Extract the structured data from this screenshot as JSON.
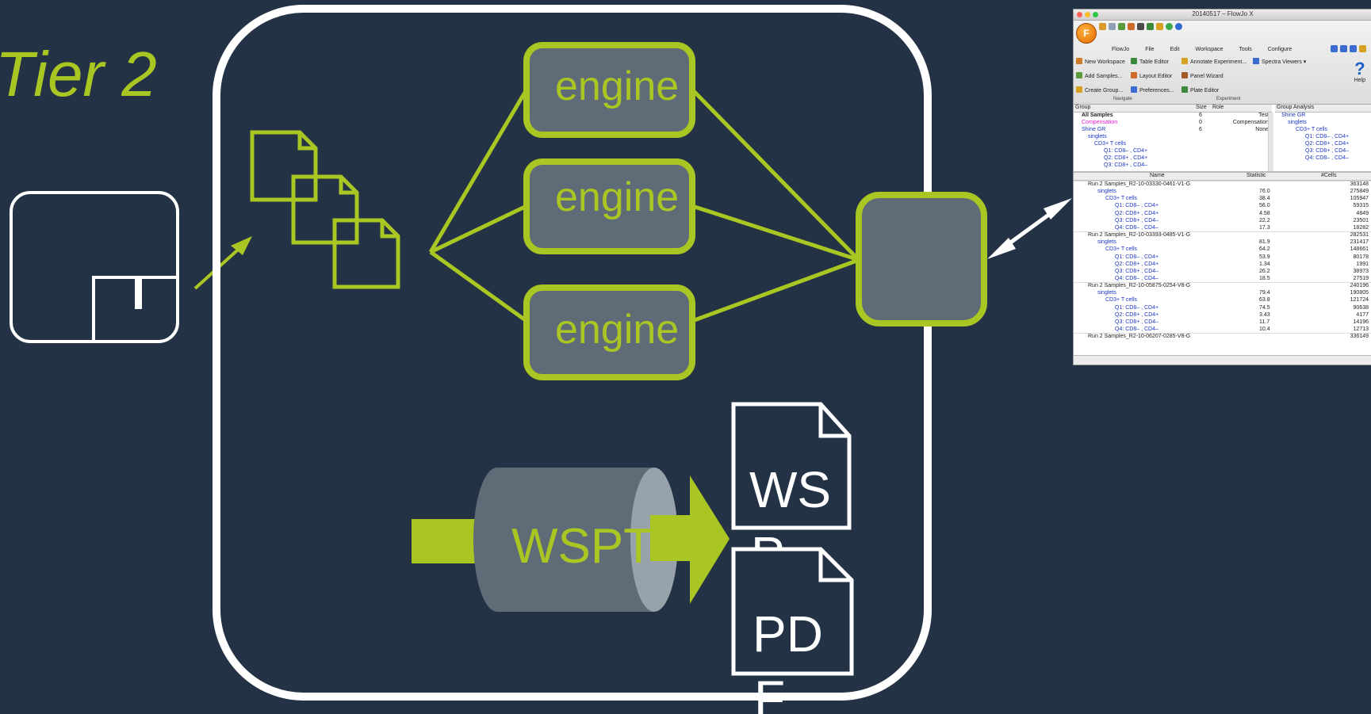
{
  "slide": {
    "title": "Tier 2",
    "colors": {
      "background": "#233245",
      "accent": "#a9c623",
      "white": "#ffffff",
      "box_fill": "#5f6b76"
    }
  },
  "diagram": {
    "engines": [
      "engine",
      "engine",
      "engine"
    ],
    "pipe_label": "WSPT",
    "outputs": [
      {
        "label": "WS",
        "label2": "P"
      },
      {
        "label": "PD",
        "label2": "F"
      }
    ],
    "icons": [
      "input-file-icon",
      "documents-icon",
      "cylinder-pipe-icon",
      "aggregator-box",
      "bidirectional-arrow-icon"
    ]
  },
  "flowjo": {
    "title": "20140517 – FlowJo X",
    "logo": "F",
    "menus": [
      "FlowJo",
      "File",
      "Edit",
      "Workspace",
      "Tools",
      "Configure"
    ],
    "commands_navigate": [
      [
        "New Workspace",
        "Table Editor"
      ],
      [
        "Add Samples...",
        "Layout Editor"
      ],
      [
        "Create Group...",
        "Preferences..."
      ]
    ],
    "commands_experiment": [
      "Annotate Experiment...",
      "Spectra Viewers",
      "Panel Wizard",
      "Plate Editor"
    ],
    "group_labels": {
      "navigate": "Navigate",
      "experiment": "Experiment"
    },
    "help_label": "Help",
    "help_glyph": "?",
    "groups_header": {
      "group": "Group",
      "size": "Size",
      "role": "Role"
    },
    "groups": [
      {
        "name": "All Samples",
        "size": "6",
        "role": "Test",
        "style": "bold"
      },
      {
        "name": "Compensation",
        "size": "0",
        "role": "Compensation",
        "style": "pink"
      },
      {
        "name": "Shine GR",
        "size": "6",
        "role": "None",
        "style": "blue"
      },
      {
        "name": "singlets",
        "size": "",
        "role": "",
        "style": "blue"
      },
      {
        "name": "CD3+ T cells",
        "size": "",
        "role": "",
        "style": "blue"
      },
      {
        "name": "Q1: CD8– , CD4+",
        "size": "",
        "role": "",
        "style": "blue"
      },
      {
        "name": "Q2: CD8+ , CD4+",
        "size": "",
        "role": "",
        "style": "blue"
      },
      {
        "name": "Q3: CD8+ , CD4–",
        "size": "",
        "role": "",
        "style": "blue"
      }
    ],
    "analysis_header": "Group Analysis",
    "analysis": [
      "Shine GR",
      "singlets",
      "CD3+ T cells",
      "Q1: CD8– , CD4+",
      "Q2: CD8+ , CD4+",
      "Q3: CD8+ , CD4–",
      "Q4: CD8– , CD4–"
    ],
    "table_header": {
      "name": "Name",
      "statistic": "Statistic",
      "cells": "#Cells"
    },
    "table": [
      {
        "name": "Run 2 Samples_R2-10-03330-0461-V1-G",
        "stat": "",
        "cells": "363148",
        "lvl": 0
      },
      {
        "name": "singlets",
        "stat": "76.0",
        "cells": "275849",
        "lvl": 1
      },
      {
        "name": "CD3+ T cells",
        "stat": "38.4",
        "cells": "105947",
        "lvl": 2
      },
      {
        "name": "Q1: CD8– , CD4+",
        "stat": "56.0",
        "cells": "59315",
        "lvl": 3
      },
      {
        "name": "Q2: CD8+ , CD4+",
        "stat": "4.58",
        "cells": "4849",
        "lvl": 3
      },
      {
        "name": "Q3: CD8+ , CD4–",
        "stat": "22.2",
        "cells": "23501",
        "lvl": 3
      },
      {
        "name": "Q4: CD8– , CD4–",
        "stat": "17.3",
        "cells": "18282",
        "lvl": 3
      },
      {
        "name": "Run 2 Samples_R2-10-03393-0485-V1-G",
        "stat": "",
        "cells": "282531",
        "lvl": 0
      },
      {
        "name": "singlets",
        "stat": "81.9",
        "cells": "231417",
        "lvl": 1
      },
      {
        "name": "CD3+ T cells",
        "stat": "64.2",
        "cells": "148661",
        "lvl": 2
      },
      {
        "name": "Q1: CD8– , CD4+",
        "stat": "53.9",
        "cells": "80178",
        "lvl": 3
      },
      {
        "name": "Q2: CD8+ , CD4+",
        "stat": "1.34",
        "cells": "1991",
        "lvl": 3
      },
      {
        "name": "Q3: CD8+ , CD4–",
        "stat": "26.2",
        "cells": "38973",
        "lvl": 3
      },
      {
        "name": "Q4: CD8– , CD4–",
        "stat": "18.5",
        "cells": "27519",
        "lvl": 3
      },
      {
        "name": "Run 2 Samples_R2-10-05875-0254-V8-G",
        "stat": "",
        "cells": "240196",
        "lvl": 0
      },
      {
        "name": "singlets",
        "stat": "79.4",
        "cells": "190805",
        "lvl": 1
      },
      {
        "name": "CD3+ T cells",
        "stat": "63.8",
        "cells": "121724",
        "lvl": 2
      },
      {
        "name": "Q1: CD8– , CD4+",
        "stat": "74.5",
        "cells": "90638",
        "lvl": 3
      },
      {
        "name": "Q2: CD8+ , CD4+",
        "stat": "3.43",
        "cells": "4177",
        "lvl": 3
      },
      {
        "name": "Q3: CD8+ , CD4–",
        "stat": "11.7",
        "cells": "14196",
        "lvl": 3
      },
      {
        "name": "Q4: CD8– , CD4–",
        "stat": "10.4",
        "cells": "12713",
        "lvl": 3
      },
      {
        "name": "Run 2 Samples_R2-10-06207-0285-V8-G",
        "stat": "",
        "cells": "336149",
        "lvl": 0
      }
    ]
  }
}
